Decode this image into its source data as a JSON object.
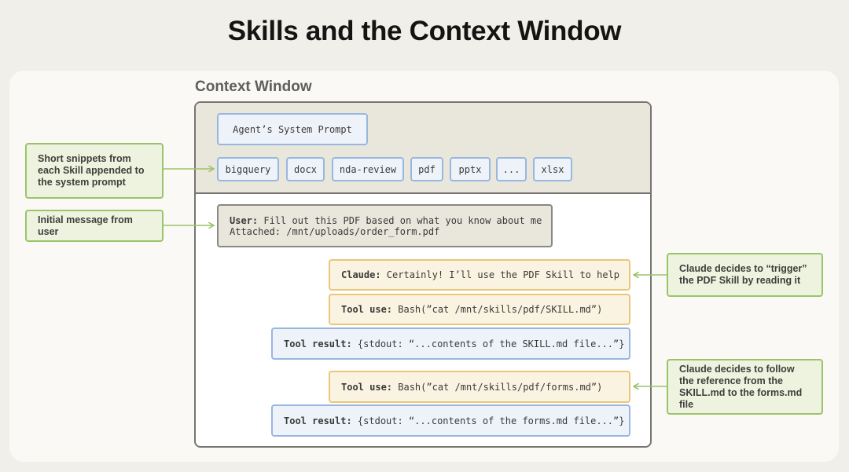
{
  "title": "Skills and the Context Window",
  "context_window": {
    "label": "Context Window",
    "system_prompt": "Agent’s System Prompt",
    "skills": [
      "bigquery",
      "docx",
      "nda-review",
      "pdf",
      "pptx",
      "...",
      "xlsx"
    ]
  },
  "messages": {
    "user": {
      "speaker": "User:",
      "text": " Fill out this PDF based on what you know about me",
      "attachment": "Attached: /mnt/uploads/order_form.pdf"
    },
    "claude": {
      "speaker": "Claude:",
      "text": " Certainly! I’ll use the PDF Skill to help"
    },
    "tool_use_1": {
      "speaker": "Tool use:",
      "text": " Bash(”cat /mnt/skills/pdf/SKILL.md”)"
    },
    "tool_result_1": {
      "speaker": "Tool result:",
      "text": " {stdout: “...contents of the SKILL.md file...”}"
    },
    "tool_use_2": {
      "speaker": "Tool use:",
      "text": " Bash(”cat /mnt/skills/pdf/forms.md”)"
    },
    "tool_result_2": {
      "speaker": "Tool result:",
      "text": " {stdout: “...contents of the forms.md file...”}"
    }
  },
  "annotations": {
    "snippets": "Short snippets from each Skill appended to the system prompt",
    "initial_message": "Initial message from user",
    "trigger": "Claude decides to “trigger” the PDF Skill by reading it",
    "follow_reference": "Claude decides to follow the reference from the SKILL.md to the forms.md file"
  },
  "colors": {
    "annotation_green": "#9bc46a",
    "skill_blue": "#98b7e0",
    "claude_yellow": "#e9c77a"
  }
}
